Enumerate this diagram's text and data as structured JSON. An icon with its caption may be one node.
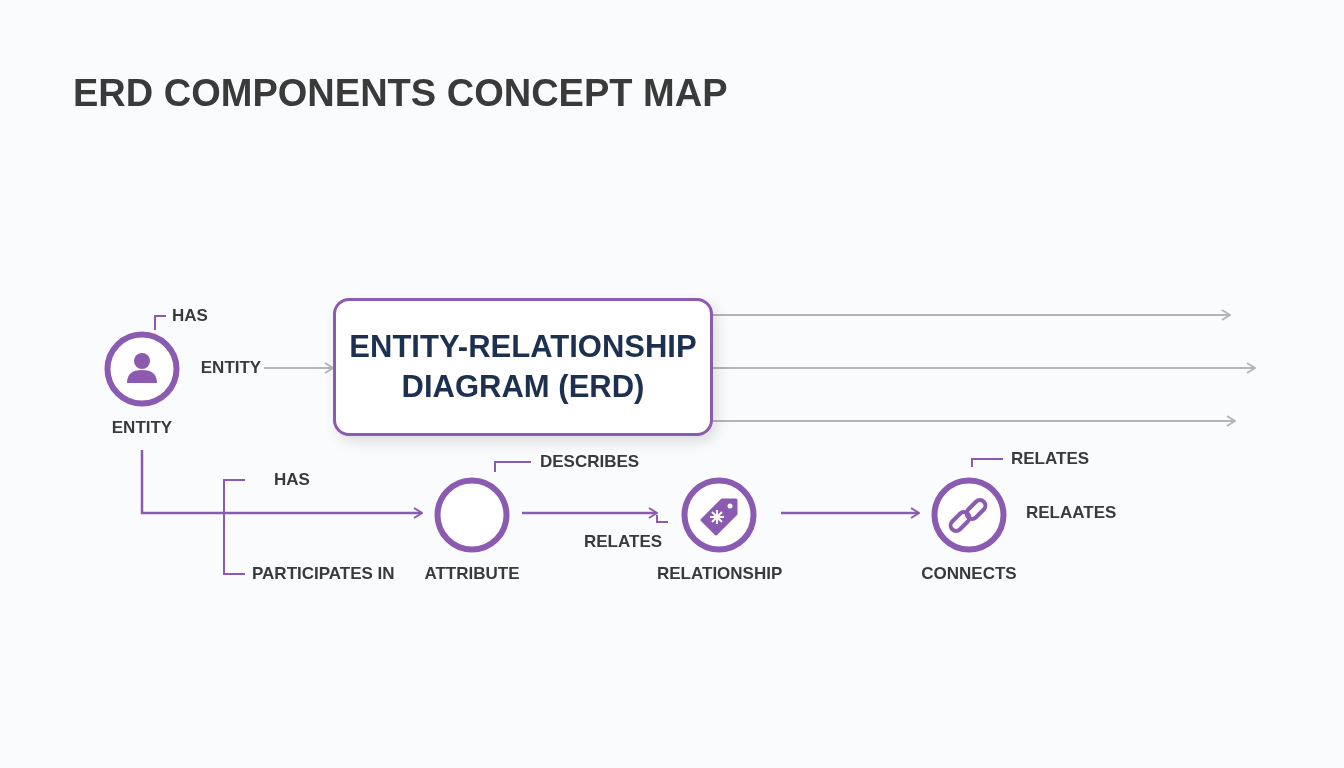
{
  "diagram": {
    "title": "ERD COMPONENTS CONCEPT MAP",
    "nodes": [
      {
        "text": [
          "ENTITY"
        ]
      },
      {
        "text": [
          "ENTITY"
        ]
      },
      {
        "text": [
          "ENTITY-RELATIONSHIP DIAGRAM (ERD)"
        ]
      },
      {
        "text": [
          "ATTRIBUTE"
        ]
      },
      {
        "text": [
          "RELATIONSHIP"
        ]
      },
      {
        "text": [
          "CONNECTS"
        ]
      }
    ],
    "edges": [
      {
        "from": 1,
        "to": 2,
        "arrow": "to"
      },
      {
        "from": 2,
        "to": null,
        "arrow": "to"
      },
      {
        "from": 2,
        "to": null,
        "arrow": "to"
      },
      {
        "from": 2,
        "to": null,
        "arrow": "to"
      },
      {
        "from": 0,
        "to": 3,
        "arrow": "to",
        "color": "#8a5bb0"
      },
      {
        "from": 3,
        "to": 4,
        "arrow": "to",
        "color": "#8a5bb0"
      },
      {
        "from": 4,
        "to": 5,
        "arrow": "to",
        "color": "#8a5bb0"
      }
    ],
    "labels": [
      "HAS",
      "DESCRIBES",
      "RELATES",
      "HAS",
      "RELAATES",
      "RELATES",
      "PARTICIPATES IN"
    ]
  }
}
